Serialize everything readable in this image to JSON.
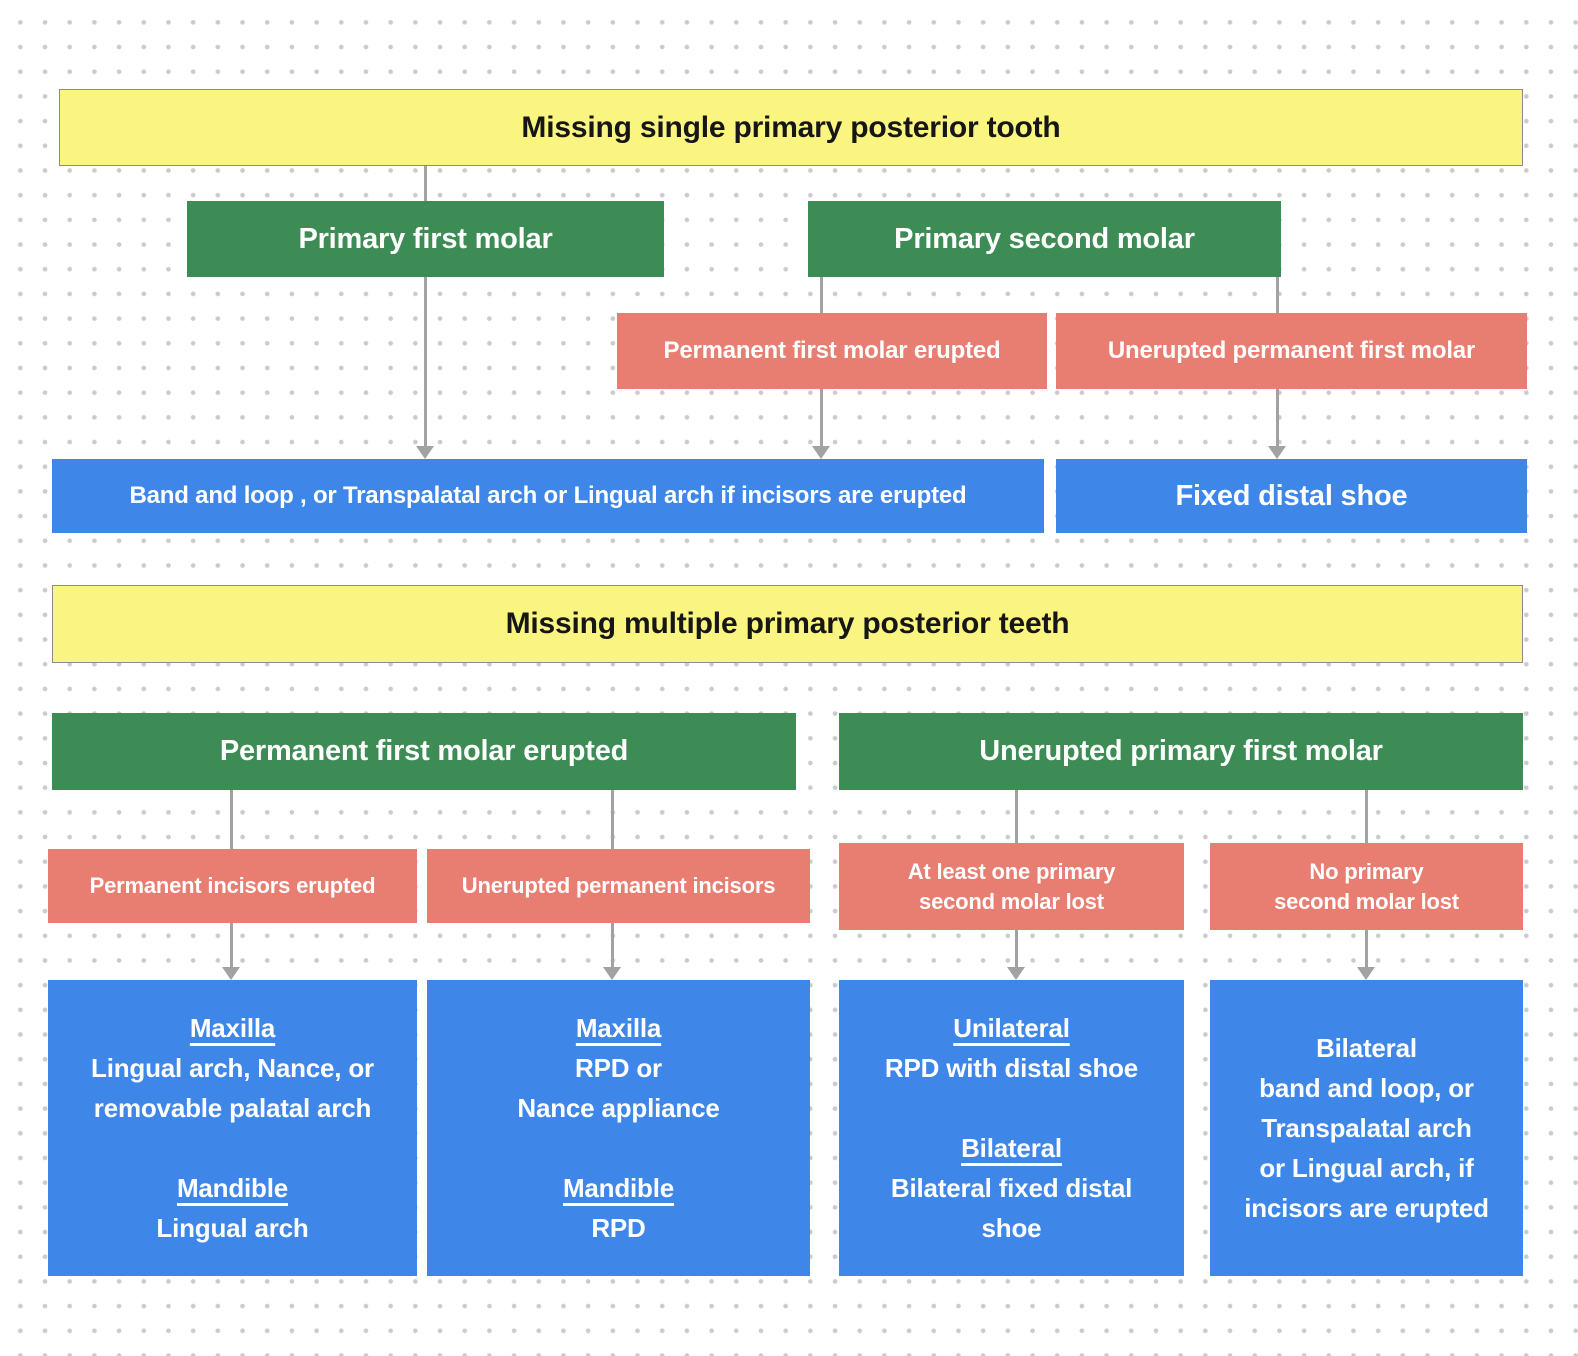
{
  "colors": {
    "header_fill": "#faf480",
    "header_border": "#8b8b8b",
    "branch_fill": "#3d8c55",
    "condition_fill": "#e87d71",
    "outcome_fill": "#3e87e8",
    "connector": "#a2a2a2",
    "grid_dot": "#cbcbcb"
  },
  "section1": {
    "title": "Missing single primary posterior tooth",
    "branch1": "Primary first molar",
    "branch2": "Primary second molar",
    "cond1": "Permanent first molar erupted",
    "cond2": "Unerupted permanent first molar",
    "outcome1": "Band and loop , or Transpalatal arch or Lingual arch if incisors are erupted",
    "outcome2": "Fixed distal shoe"
  },
  "section2": {
    "title": "Missing multiple primary posterior teeth",
    "branch1": "Permanent first molar erupted",
    "branch2": "Unerupted primary first molar",
    "cond1": "Permanent incisors erupted",
    "cond2": "Unerupted permanent incisors",
    "cond3": [
      "At least one primary",
      "second molar lost"
    ],
    "cond4": [
      "No primary",
      "second molar lost"
    ],
    "outcome1": {
      "h1": "Maxilla",
      "b1": [
        "Lingual arch, Nance, or",
        "removable palatal arch"
      ],
      "h2": "Mandible",
      "b2": [
        "Lingual arch"
      ]
    },
    "outcome2": {
      "h1": "Maxilla",
      "b1": [
        "RPD or",
        "Nance appliance"
      ],
      "h2": "Mandible",
      "b2": [
        "RPD"
      ]
    },
    "outcome3": {
      "h1": "Unilateral",
      "b1": [
        "RPD with distal shoe"
      ],
      "h2": "Bilateral",
      "b2": [
        "Bilateral fixed distal",
        "shoe"
      ]
    },
    "outcome4": {
      "lines": [
        "Bilateral",
        "band and loop, or",
        "Transpalatal arch",
        "or Lingual arch, if",
        "incisors are erupted"
      ]
    }
  }
}
